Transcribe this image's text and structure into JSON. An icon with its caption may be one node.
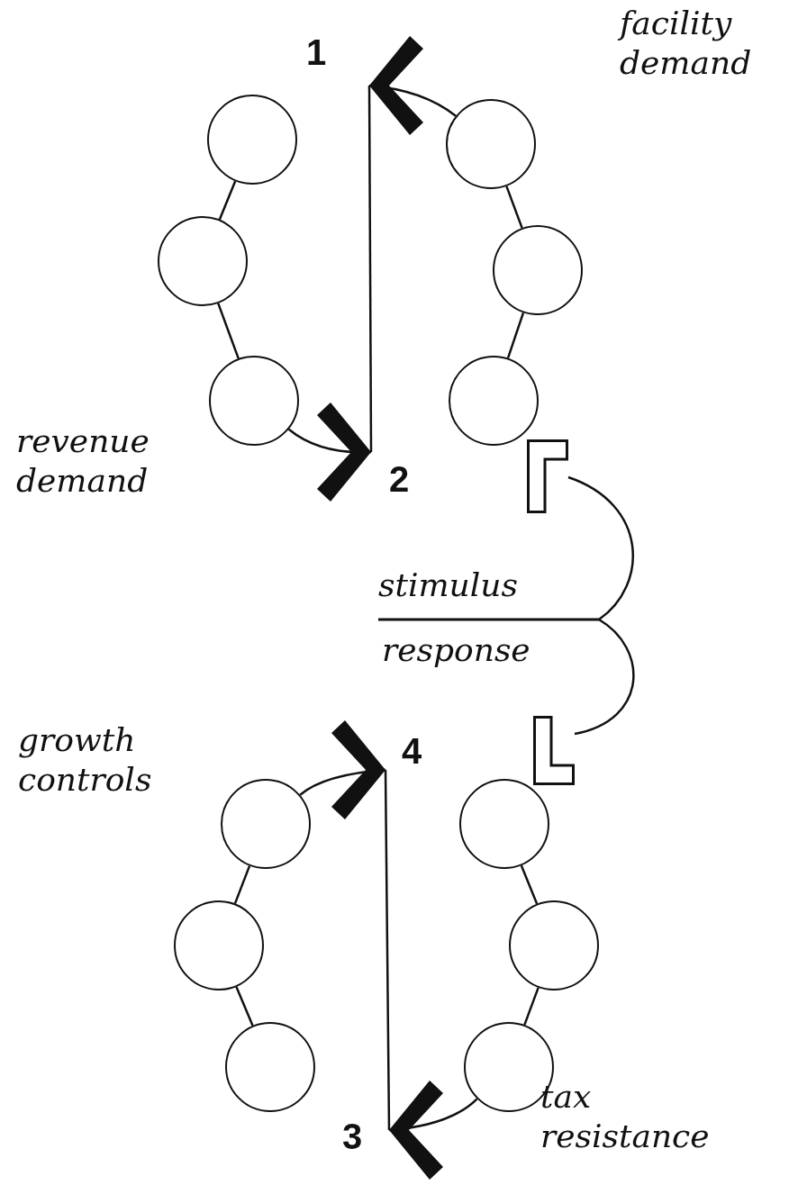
{
  "diagram": {
    "nodes": [
      {
        "text": [],
        "shape": "chevron",
        "beside": [
          "1"
        ]
      },
      {
        "text": [],
        "shape": "circle"
      },
      {
        "text": [],
        "shape": "circle"
      },
      {
        "text": [],
        "shape": "circle"
      },
      {
        "text": [],
        "shape": "circle"
      },
      {
        "text": [],
        "shape": "circle"
      },
      {
        "text": [],
        "shape": "circle"
      },
      {
        "text": [],
        "shape": "chevron",
        "beside": [
          "2"
        ]
      },
      {
        "text": [],
        "shape": "bracket"
      },
      {
        "text": [],
        "shape": "bracket"
      },
      {
        "text": [],
        "shape": "chevron",
        "beside": [
          "4"
        ]
      },
      {
        "text": [],
        "shape": "circle"
      },
      {
        "text": [],
        "shape": "circle"
      },
      {
        "text": [],
        "shape": "circle"
      },
      {
        "text": [],
        "shape": "circle"
      },
      {
        "text": [],
        "shape": "circle"
      },
      {
        "text": [],
        "shape": "circle"
      },
      {
        "text": [],
        "shape": "chevron",
        "beside": [
          "3"
        ]
      }
    ],
    "edges": [
      {
        "from": 1,
        "to": 2,
        "arrow": "none"
      },
      {
        "from": 2,
        "to": 3,
        "arrow": "none"
      },
      {
        "from": 4,
        "to": 5,
        "arrow": "none"
      },
      {
        "from": 5,
        "to": 6,
        "arrow": "none"
      },
      {
        "from": 4,
        "to": 0,
        "arrow": "none"
      },
      {
        "from": 0,
        "to": 7,
        "arrow": "none"
      },
      {
        "from": 3,
        "to": 7,
        "arrow": "none"
      },
      {
        "from": 8,
        "to": 9,
        "arrow": "none"
      },
      {
        "from": 11,
        "to": 12,
        "arrow": "none"
      },
      {
        "from": 12,
        "to": 13,
        "arrow": "none"
      },
      {
        "from": 14,
        "to": 15,
        "arrow": "none"
      },
      {
        "from": 15,
        "to": 16,
        "arrow": "none"
      },
      {
        "from": 11,
        "to": 10,
        "arrow": "none"
      },
      {
        "from": 10,
        "to": 17,
        "arrow": "none"
      },
      {
        "from": 16,
        "to": 17,
        "arrow": "none"
      }
    ],
    "labels": [
      "facility demand",
      "revenue demand",
      "stimulus",
      "response",
      "growth controls",
      "tax resistance"
    ]
  }
}
